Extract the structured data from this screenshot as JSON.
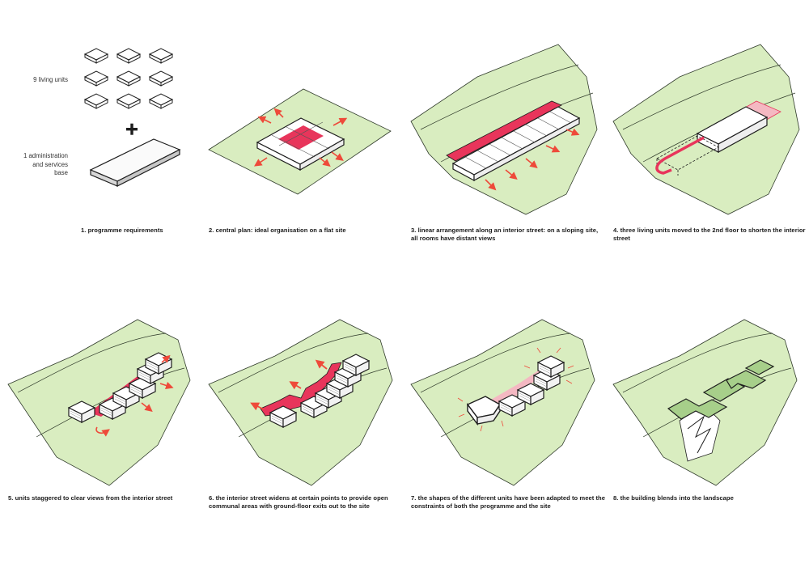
{
  "side_labels": {
    "living_units": "9 living units",
    "admin_line1": "1 administration",
    "admin_line2": "and services",
    "admin_line3": "base"
  },
  "captions": [
    "1. programme requirements",
    "2. central plan: ideal organisation on a flat site",
    "3. linear arrangement along an interior street: on a sloping site, all rooms have distant views",
    "4. three living units moved to the 2nd floor to shorten the interior street",
    "5. units staggered to clear views from the interior street",
    "6. the interior street widens at certain points to provide open communal areas with ground-floor exits out to the site",
    "7. the shapes of the different units have been adapted to meet the constraints of both the programme and the site",
    "8. the building blends into the landscape"
  ],
  "colors": {
    "site_green": "#d9edc0",
    "street_red": "#e8355b",
    "arrow_red": "#ee4a3a",
    "pale_red": "#f4b8c2",
    "block_green": "#a7cf8a",
    "outline": "#1d1d1d"
  }
}
